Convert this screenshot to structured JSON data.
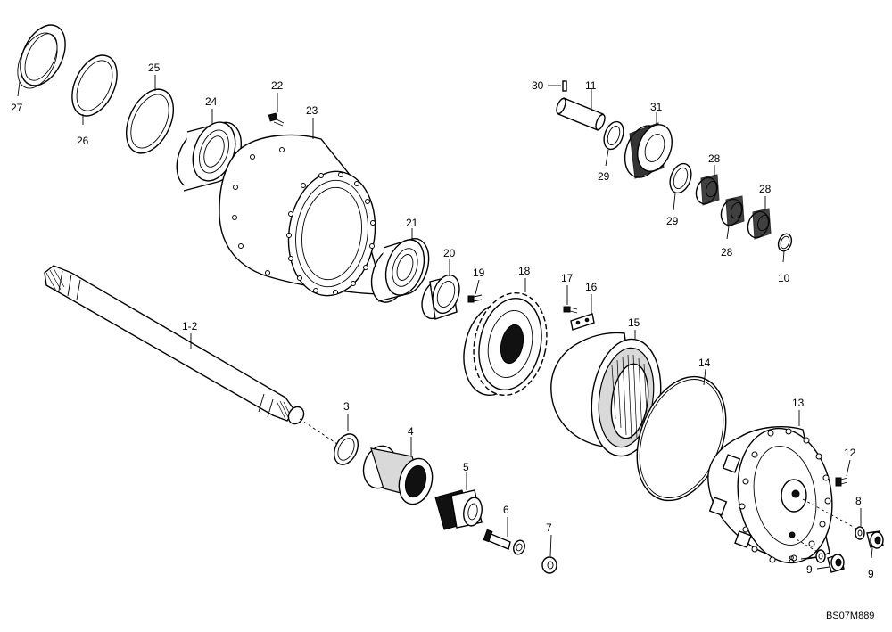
{
  "figure_code": "BS07M889",
  "callouts": {
    "c27": "27",
    "c26": "26",
    "c25": "25",
    "c24": "24",
    "c22": "22",
    "c23": "23",
    "c30": "30",
    "c11": "11",
    "c31": "31",
    "c29a": "29",
    "c29b": "29",
    "c28a": "28",
    "c28b": "28",
    "c28c": "28",
    "c10": "10",
    "c21": "21",
    "c20": "20",
    "c19": "19",
    "c18": "18",
    "c17": "17",
    "c16": "16",
    "c15": "15",
    "c14": "14",
    "c13": "13",
    "c12": "12",
    "c12dash": "1-2",
    "c3": "3",
    "c4": "4",
    "c5": "5",
    "c6": "6",
    "c7": "7",
    "c8a": "8",
    "c8b": "8",
    "c9a": "9",
    "c9b": "9"
  }
}
